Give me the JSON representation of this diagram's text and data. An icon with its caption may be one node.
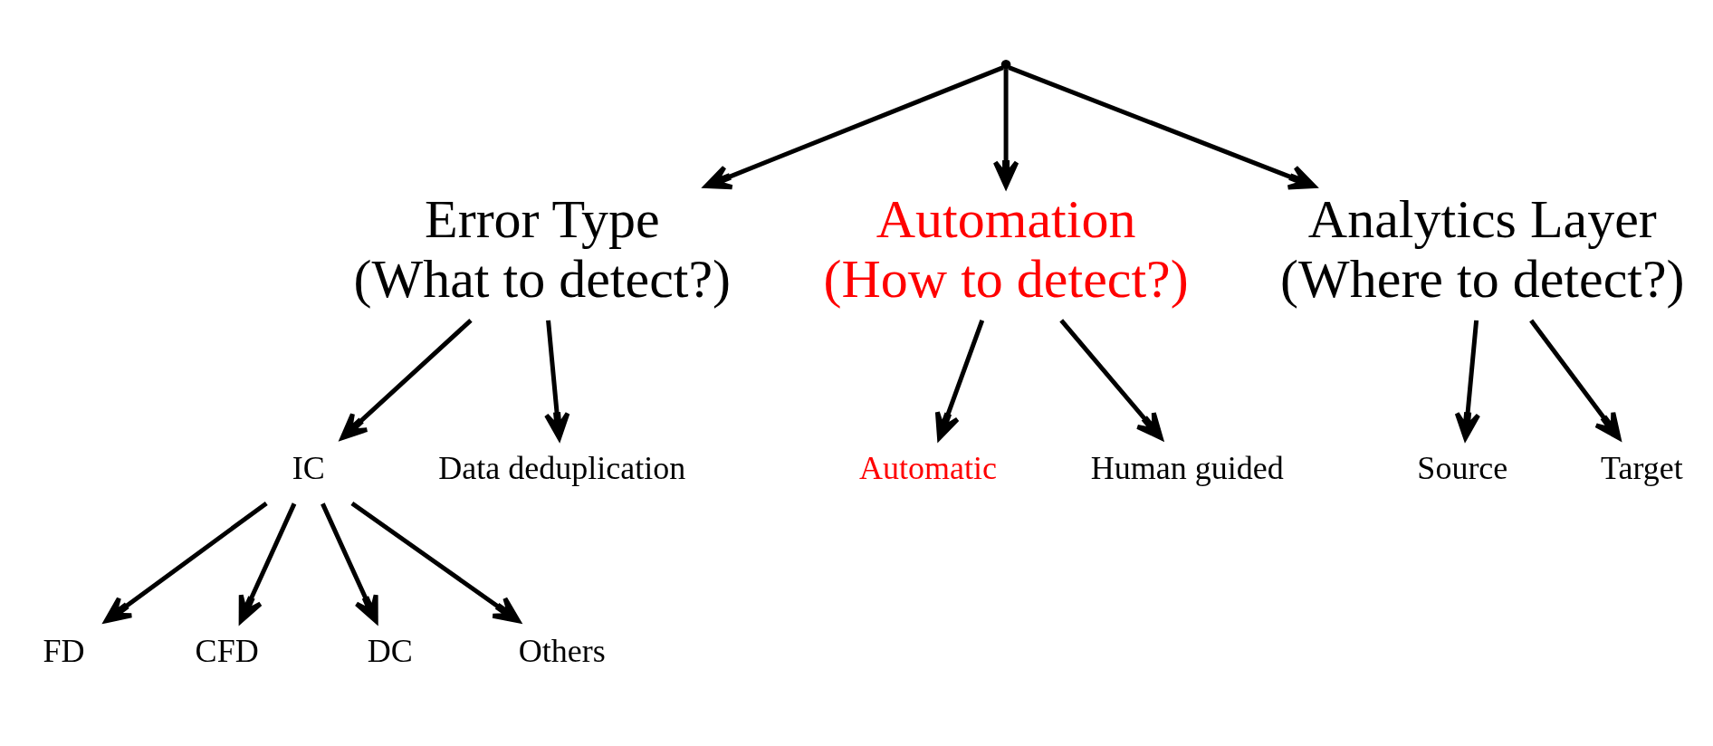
{
  "diagram": {
    "nodes": [
      {
        "text": [],
        "shape": "point"
      },
      {
        "text": [
          "Error Type",
          "(What to detect?)"
        ]
      },
      {
        "text": [
          "Automation",
          "(How to detect?)"
        ]
      },
      {
        "text": [
          "Analytics Layer",
          "(Where to detect?)"
        ]
      },
      {
        "text": [
          "IC"
        ]
      },
      {
        "text": [
          "Data deduplication"
        ]
      },
      {
        "text": [
          "Automatic"
        ]
      },
      {
        "text": [
          "Human guided"
        ]
      },
      {
        "text": [
          "Source"
        ]
      },
      {
        "text": [
          "Target"
        ]
      },
      {
        "text": [
          "FD"
        ]
      },
      {
        "text": [
          "CFD"
        ]
      },
      {
        "text": [
          "DC"
        ]
      },
      {
        "text": [
          "Others"
        ]
      }
    ],
    "edges": [
      {
        "from": 0,
        "to": 1,
        "arrow": "to"
      },
      {
        "from": 0,
        "to": 2,
        "arrow": "to"
      },
      {
        "from": 0,
        "to": 3,
        "arrow": "to"
      },
      {
        "from": 1,
        "to": 4,
        "arrow": "to"
      },
      {
        "from": 1,
        "to": 5,
        "arrow": "to"
      },
      {
        "from": 2,
        "to": 6,
        "arrow": "to"
      },
      {
        "from": 2,
        "to": 7,
        "arrow": "to"
      },
      {
        "from": 3,
        "to": 8,
        "arrow": "to"
      },
      {
        "from": 3,
        "to": 9,
        "arrow": "to"
      },
      {
        "from": 4,
        "to": 10,
        "arrow": "to"
      },
      {
        "from": 4,
        "to": 11,
        "arrow": "to"
      },
      {
        "from": 4,
        "to": 12,
        "arrow": "to"
      },
      {
        "from": 4,
        "to": 13,
        "arrow": "to"
      }
    ]
  }
}
